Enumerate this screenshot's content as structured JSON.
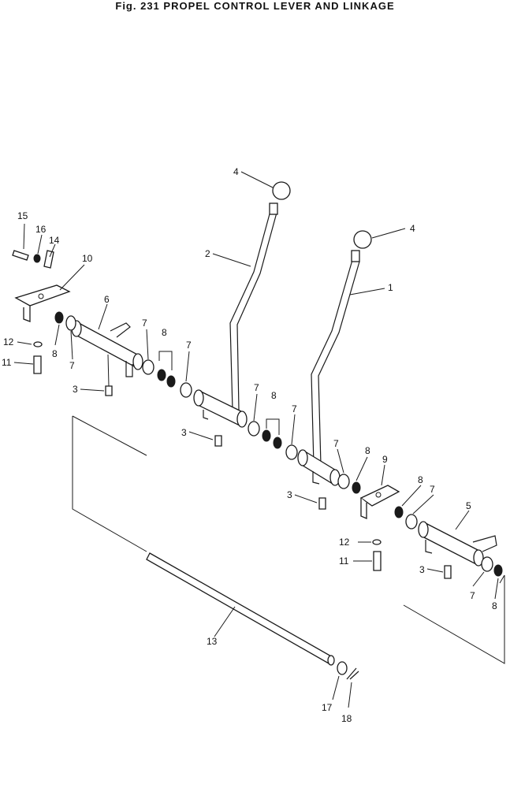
{
  "figure": {
    "title": "Fig. 231   PROPEL CONTROL LEVER AND LINKAGE"
  },
  "callouts": [
    {
      "id": "c1",
      "label": "1"
    },
    {
      "id": "c2",
      "label": "2"
    },
    {
      "id": "c3a",
      "label": "3"
    },
    {
      "id": "c3b",
      "label": "3"
    },
    {
      "id": "c3c",
      "label": "3"
    },
    {
      "id": "c3d",
      "label": "3"
    },
    {
      "id": "c4a",
      "label": "4"
    },
    {
      "id": "c4b",
      "label": "4"
    },
    {
      "id": "c5",
      "label": "5"
    },
    {
      "id": "c6",
      "label": "6"
    },
    {
      "id": "c7a",
      "label": "7"
    },
    {
      "id": "c7b",
      "label": "7"
    },
    {
      "id": "c7c",
      "label": "7"
    },
    {
      "id": "c7d",
      "label": "7"
    },
    {
      "id": "c7e",
      "label": "7"
    },
    {
      "id": "c7f",
      "label": "7"
    },
    {
      "id": "c7g",
      "label": "7"
    },
    {
      "id": "c7h",
      "label": "7"
    },
    {
      "id": "c8a",
      "label": "8"
    },
    {
      "id": "c8b",
      "label": "8"
    },
    {
      "id": "c8c",
      "label": "8"
    },
    {
      "id": "c8d",
      "label": "8"
    },
    {
      "id": "c8e",
      "label": "8"
    },
    {
      "id": "c8f",
      "label": "8"
    },
    {
      "id": "c9",
      "label": "9"
    },
    {
      "id": "c10",
      "label": "10"
    },
    {
      "id": "c11a",
      "label": "11"
    },
    {
      "id": "c11b",
      "label": "11"
    },
    {
      "id": "c12a",
      "label": "12"
    },
    {
      "id": "c12b",
      "label": "12"
    },
    {
      "id": "c13",
      "label": "13"
    },
    {
      "id": "c14",
      "label": "14"
    },
    {
      "id": "c15",
      "label": "15"
    },
    {
      "id": "c16",
      "label": "16"
    },
    {
      "id": "c17",
      "label": "17"
    },
    {
      "id": "c18",
      "label": "18"
    }
  ]
}
